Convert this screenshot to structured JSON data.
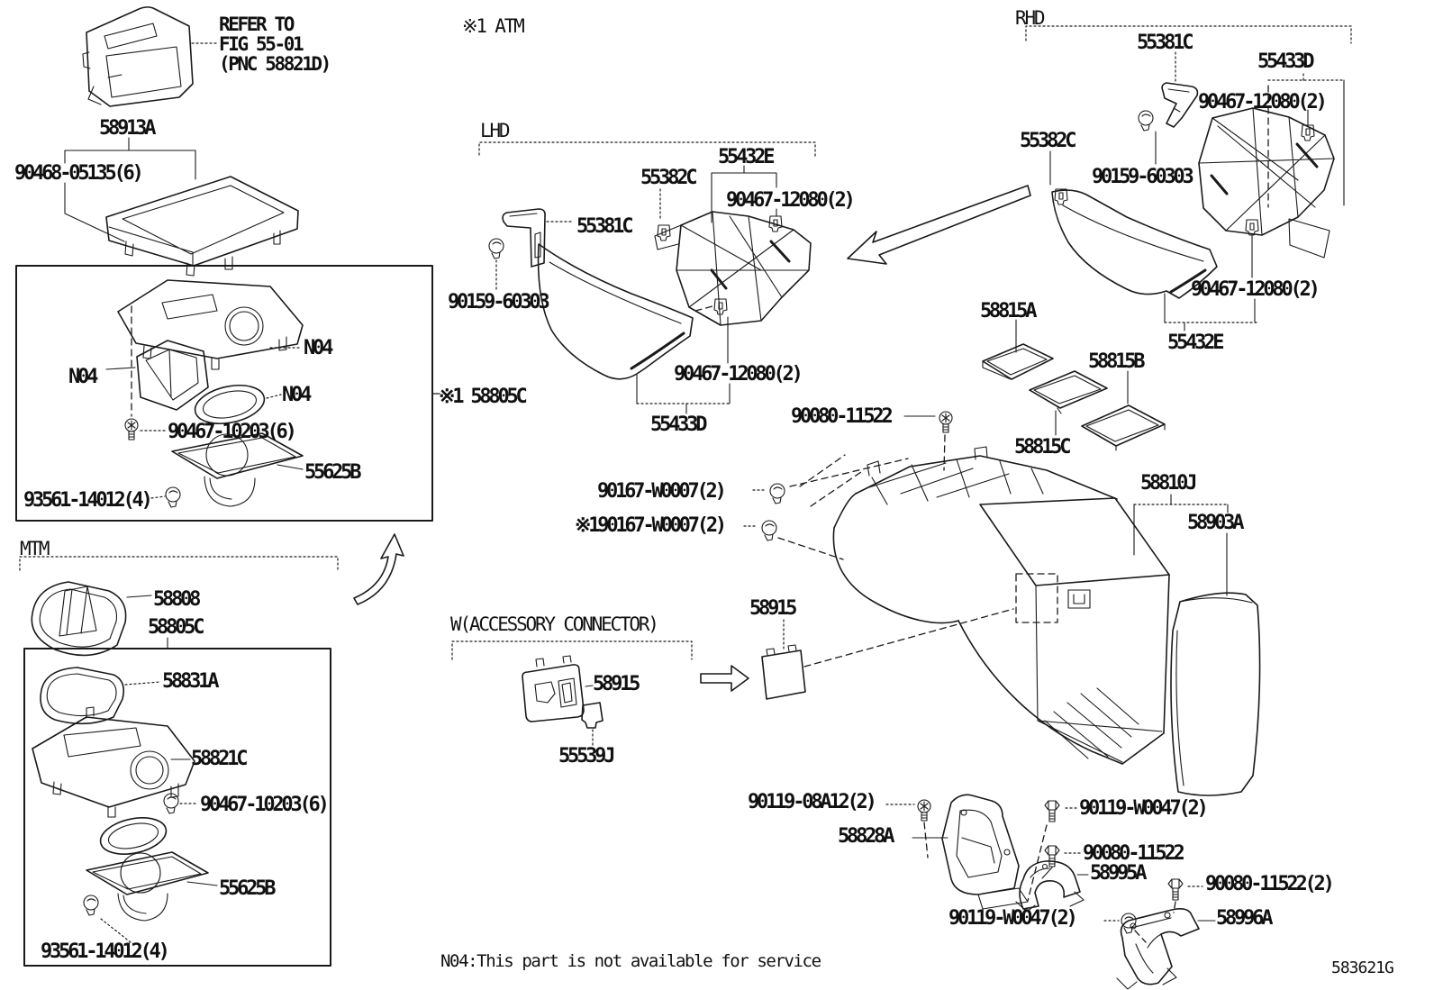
{
  "diagram": {
    "code": "583621G",
    "footnote": "N04:This part is not available for service",
    "refer_note": {
      "line1": "REFER TO",
      "line2": "FIG 55-01",
      "line3": "(PNC 58821D)"
    },
    "tags": {
      "atm": "※1 ATM",
      "lhd": "LHD",
      "rhd": "RHD",
      "mtm": "MTM",
      "accessory": "W(ACCESSORY CONNECTOR)"
    },
    "callouts": {
      "c58913a": "58913A",
      "c90468_05135": "90468-05135(6)",
      "n04_right": "N04",
      "n04_left": "N04",
      "n04_mid": "N04",
      "c90467_10203_box1": "90467-10203(6)",
      "c55625b_box1": "55625B",
      "c93561_box1": "93561-14012(4)",
      "c58808": "58808",
      "c58805c_mtm": "58805C",
      "c58831a": "58831A",
      "c58821c": "58821C",
      "c90467_10203_box2": "90467-10203(6)",
      "c55625b_box2": "55625B",
      "c93561_box2": "93561-14012(4)",
      "c55432e_lhd": "55432E",
      "c55382c_lhd": "55382C",
      "c90467_12080_lhd_top": "90467-12080(2)",
      "c55381c_lhd": "55381C",
      "c90159_lhd": "90159-60303",
      "c58805c_atm": "※1 58805C",
      "c90467_12080_lhd_bot": "90467-12080(2)",
      "c55433d_lhd": "55433D",
      "c55381c_rhd": "55381C",
      "c55433d_rhd": "55433D",
      "c90467_12080_rhd_top": "90467-12080(2)",
      "c55382c_rhd": "55382C",
      "c90159_rhd": "90159-60303",
      "c58815a": "58815A",
      "c90467_12080_rhd_bot": "90467-12080(2)",
      "c55432e_rhd": "55432E",
      "c58815b": "58815B",
      "c58815c": "58815C",
      "c90080_center": "90080-11522",
      "c90167_top": "90167-W0007(2)",
      "c90167_bot": "※190167-W0007(2)",
      "c58810j": "58810J",
      "c58903a": "58903A",
      "c58915_console": "58915",
      "c58915_accessory": "58915",
      "c55539j": "55539J",
      "c90119_08a12": "90119-08A12(2)",
      "c58828a": "58828A",
      "c90119_w0047_top": "90119-W0047(2)",
      "c90080_mid": "90080-11522",
      "c58995a": "58995A",
      "c90080_x2": "90080-11522(2)",
      "c90119_w0047_bot": "90119-W0047(2)",
      "c58996a": "58996A"
    }
  }
}
